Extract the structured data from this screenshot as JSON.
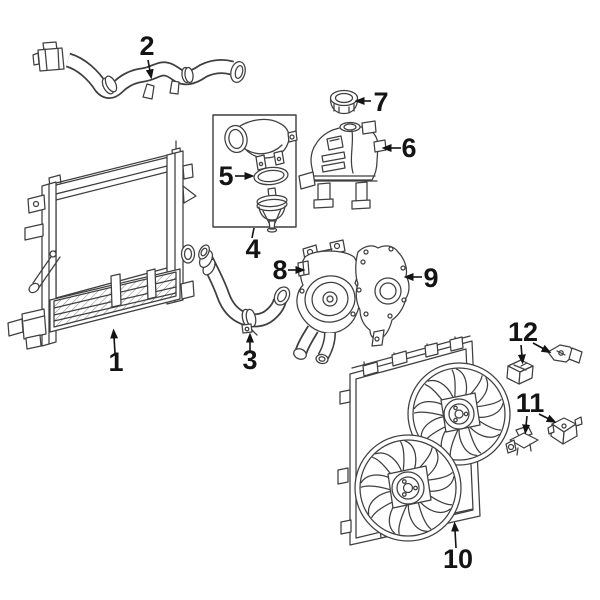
{
  "diagram": {
    "background_color": "#ffffff",
    "line_color": "#3f3f3f",
    "label_color": "#141414",
    "callouts": [
      {
        "number": "1",
        "part": "radiator"
      },
      {
        "number": "2",
        "part": "upper-radiator-hose"
      },
      {
        "number": "3",
        "part": "lower-radiator-hose"
      },
      {
        "number": "4",
        "part": "thermostat-housing-kit"
      },
      {
        "number": "5",
        "part": "thermostat-seal"
      },
      {
        "number": "6",
        "part": "coolant-recovery-tank"
      },
      {
        "number": "7",
        "part": "recovery-tank-cap"
      },
      {
        "number": "8",
        "part": "water-pump"
      },
      {
        "number": "9",
        "part": "water-pump-gasket"
      },
      {
        "number": "10",
        "part": "cooling-fan-assembly"
      },
      {
        "number": "11",
        "part": "sensor-and-connector"
      },
      {
        "number": "12",
        "part": "relay-and-connector"
      }
    ]
  }
}
